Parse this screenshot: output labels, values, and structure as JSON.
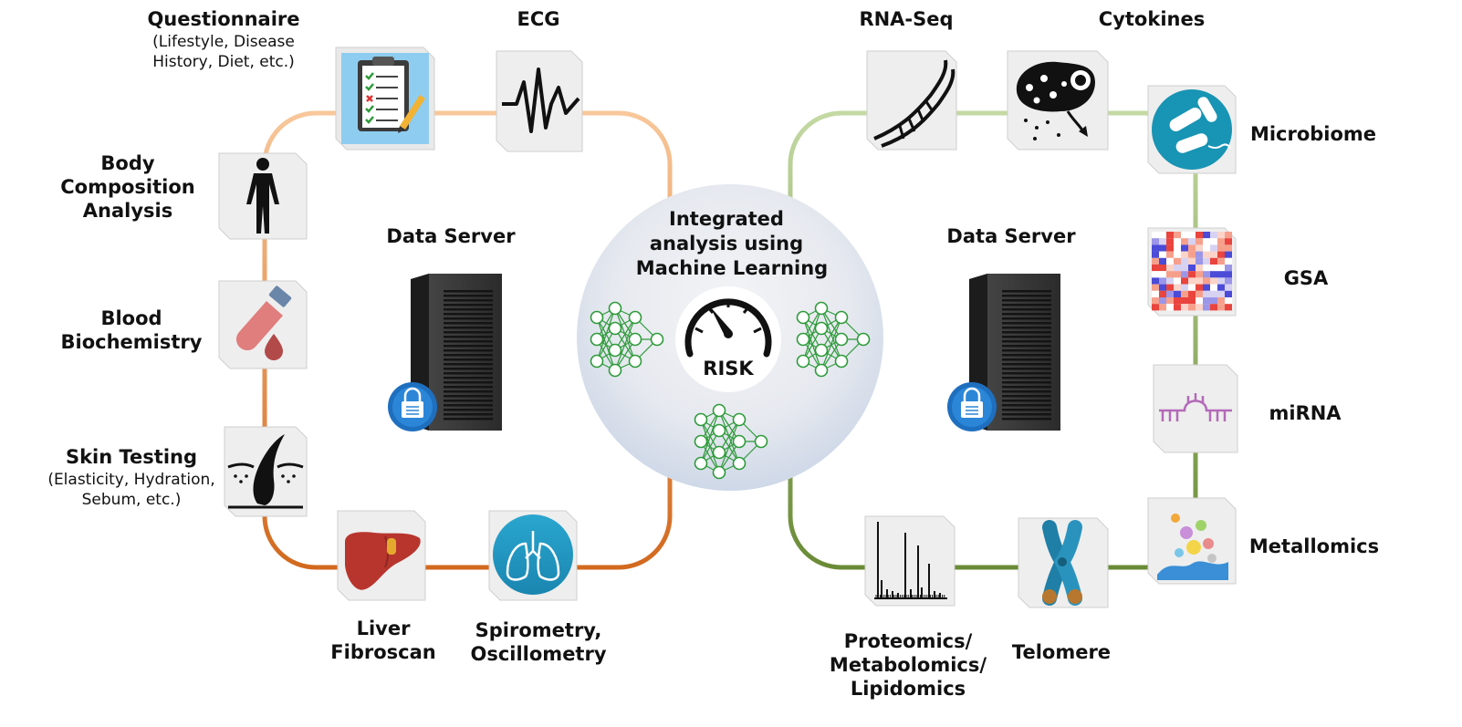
{
  "center": {
    "title_lines": [
      "Integrated",
      "analysis using",
      "Machine Learning"
    ],
    "gauge_label": "RISK"
  },
  "servers": {
    "left_label": "Data Server",
    "right_label": "Data Server"
  },
  "clinical_nodes": {
    "questionnaire": {
      "label": "Questionnaire",
      "sub": [
        "(Lifestyle, Disease",
        "History, Diet, etc.)"
      ],
      "icon": "clipboard-checklist-icon"
    },
    "ecg": {
      "label": "ECG",
      "icon": "ecg-waveform-icon"
    },
    "body_composition": {
      "label": [
        "Body",
        "Composition",
        "Analysis"
      ],
      "icon": "human-silhouette-icon"
    },
    "blood": {
      "label": [
        "Blood",
        "Biochemistry"
      ],
      "icon": "test-tube-blood-icon"
    },
    "skin": {
      "label": "Skin Testing",
      "sub": [
        "(Elasticity, Hydration,",
        "Sebum, etc.)"
      ],
      "icon": "hair-follicle-icon"
    },
    "liver": {
      "label": [
        "Liver",
        "Fibroscan"
      ],
      "icon": "liver-icon"
    },
    "spirometry": {
      "label": [
        "Spirometry,",
        "Oscillometry"
      ],
      "icon": "lungs-icon"
    }
  },
  "omics_nodes": {
    "rnaseq": {
      "label": "RNA-Seq",
      "icon": "rna-strand-icon"
    },
    "cytokines": {
      "label": "Cytokines",
      "icon": "cytokine-cell-icon"
    },
    "microbiome": {
      "label": "Microbiome",
      "icon": "bacteria-icon"
    },
    "gsa": {
      "label": "GSA",
      "icon": "heatmap-icon"
    },
    "mirna": {
      "label": "miRNA",
      "icon": "mirna-hairpin-icon"
    },
    "metallomics": {
      "label": "Metallomics",
      "icon": "metal-elements-icon"
    },
    "proteomics": {
      "label": [
        "Proteomics/",
        "Metabolomics/",
        "Lipidomics"
      ],
      "icon": "mass-spectrum-icon"
    },
    "telomere": {
      "label": "Telomere",
      "icon": "chromosome-icon"
    }
  },
  "colors": {
    "left_loop_top": "#f6bc8a",
    "left_loop_bottom": "#d2691e",
    "right_loop_top": "#bcd39a",
    "right_loop_bottom": "#6e8f3a",
    "network": "#2e9b3a",
    "server": "#2a2a2a",
    "lock": "#1f6fbf"
  }
}
